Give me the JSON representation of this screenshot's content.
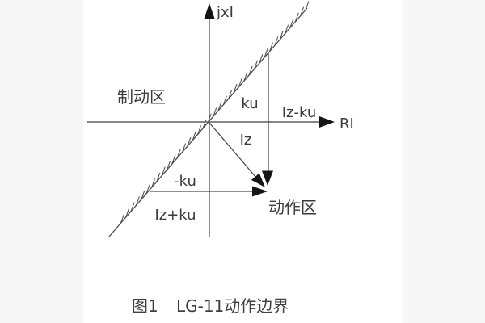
{
  "figure": {
    "axis": {
      "y_label": "jxI",
      "x_label": "RI"
    },
    "regions": {
      "restraint_label": "制动区",
      "operate_label": "动作区"
    },
    "labels": {
      "ku": "ku",
      "iz_minus_ku": "Iz-ku",
      "iz": "Iz",
      "minus_ku": "-ku",
      "iz_plus_ku": "Iz+ku"
    },
    "caption": {
      "fig_no": "图1",
      "title": "LG-11动作边界"
    },
    "colors": {
      "line": "#4a4a4a",
      "arrowhead": "#151515",
      "text": "#3b3b3b",
      "background": "#f8f7f7",
      "panel": "#ffffff"
    }
  }
}
